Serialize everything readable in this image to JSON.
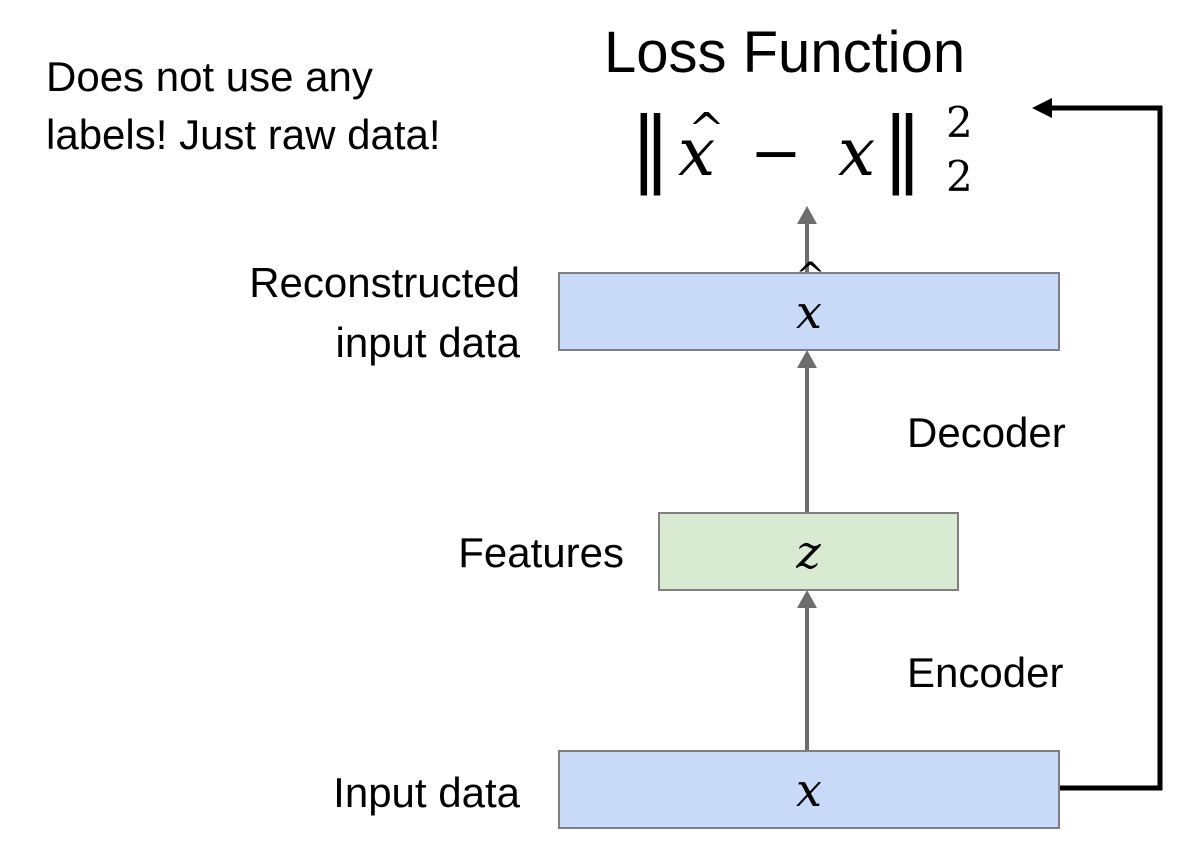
{
  "note": {
    "line1": "Does not use any",
    "line2": "labels! Just raw data!"
  },
  "loss": {
    "title": "Loss Function",
    "norm_left": "‖",
    "x_hat": "x",
    "hat": "^",
    "minus": "−",
    "x": "x",
    "norm_right": "‖",
    "superscript": "2",
    "subscript": "2"
  },
  "layers": {
    "reconstructed": {
      "label_line1": "Reconstructed",
      "label_line2": "input data",
      "symbol": "x",
      "hat": "^",
      "fill": "#c9daf8"
    },
    "features": {
      "label": "Features",
      "symbol": "z",
      "fill": "#d9ead3"
    },
    "input": {
      "label": "Input data",
      "symbol": "x",
      "fill": "#c9daf8"
    }
  },
  "stages": {
    "decoder": "Decoder",
    "encoder": "Encoder"
  },
  "colors": {
    "arrow_gray": "#6d6d6d",
    "loop_black": "#000000",
    "box_border": "#7f7f7f"
  }
}
